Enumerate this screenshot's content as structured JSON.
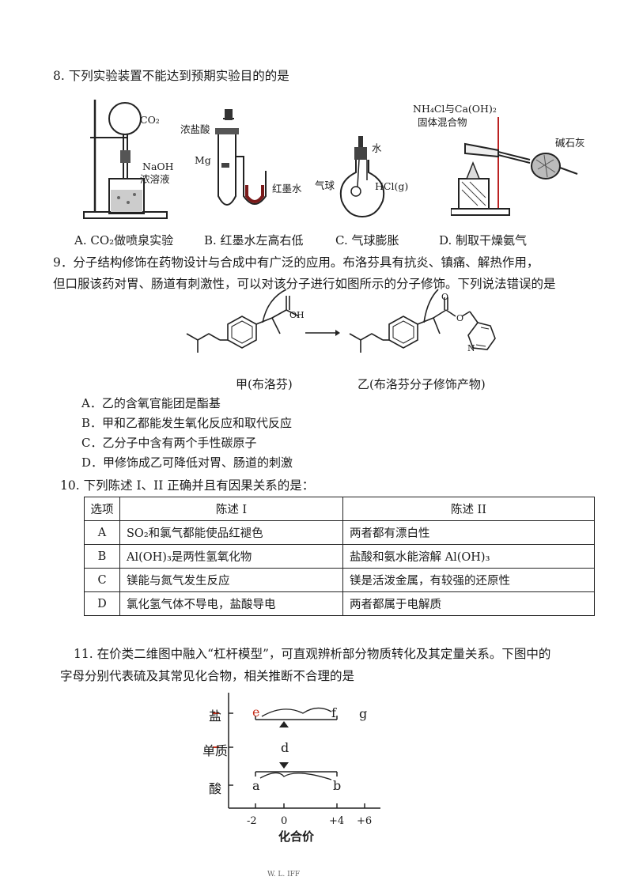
{
  "q8": {
    "stem": "8. 下列实验装置不能达到预期实验目的的是",
    "apparatus_a": {
      "co2": "CO₂",
      "naoh": "NaOH",
      "solution": "浓溶液"
    },
    "apparatus_b": {
      "acid": "浓盐酸",
      "mg": "Mg",
      "ink": "红墨水"
    },
    "apparatus_c": {
      "water": "水",
      "balloon": "气球",
      "hcl": "HCl(g)"
    },
    "apparatus_d": {
      "reagent": "NH₄Cl与Ca(OH)₂",
      "mixture": "固体混合物",
      "lime": "碱石灰"
    },
    "options": [
      "A. CO₂做喷泉实验",
      "B. 红墨水左高右低",
      "C. 气球膨胀",
      "D. 制取干燥氨气"
    ]
  },
  "q9": {
    "stem_line1": "9．分子结构修饰在药物设计与合成中有广泛的应用。布洛芬具有抗炎、镇痛、解热作用，",
    "stem_line2": "但口服该药对胃、肠道有刺激性，可以对该分子进行如图所示的分子修饰。下列说法错误的是",
    "oh_label": "OH",
    "o_label": "O",
    "n_label": "N",
    "caption_left": "甲(布洛芬)",
    "caption_right": "乙(布洛芬分子修饰产物)",
    "options": [
      "A．乙的含氧官能团是酯基",
      "B．甲和乙都能发生氧化反应和取代反应",
      "C．乙分子中含有两个手性碳原子",
      "D．甲修饰成乙可降低对胃、肠道的刺激"
    ]
  },
  "q10": {
    "stem": "10. 下列陈述 I、II 正确并且有因果关系的是：",
    "headers": [
      "选项",
      "陈述 I",
      "陈述 II"
    ],
    "rows": [
      [
        "A",
        "SO₂和氯气都能使品红褪色",
        "两者都有漂白性"
      ],
      [
        "B",
        "Al(OH)₃是两性氢氧化物",
        "盐酸和氨水能溶解 Al(OH)₃"
      ],
      [
        "C",
        "镁能与氮气发生反应",
        "镁是活泼金属，有较强的还原性"
      ],
      [
        "D",
        "氯化氢气体不导电，盐酸导电",
        "两者都属于电解质"
      ]
    ]
  },
  "q11": {
    "stem_line1": "11. 在价类二维图中融入“杠杆模型”，可直观辨析部分物质转化及其定量关系。下图中的",
    "stem_line2": "字母分别代表硫及其常见化合物，相关推断不合理的是",
    "y_labels": [
      "盐",
      "单质",
      "酸"
    ],
    "x_ticks": [
      "-2",
      "0",
      "+4",
      "+6"
    ],
    "x_title": "化合价",
    "points": {
      "e": "e",
      "f": "f",
      "g": "g",
      "d": "d",
      "a": "a",
      "b": "b"
    }
  },
  "footer": "W. L. IFF"
}
